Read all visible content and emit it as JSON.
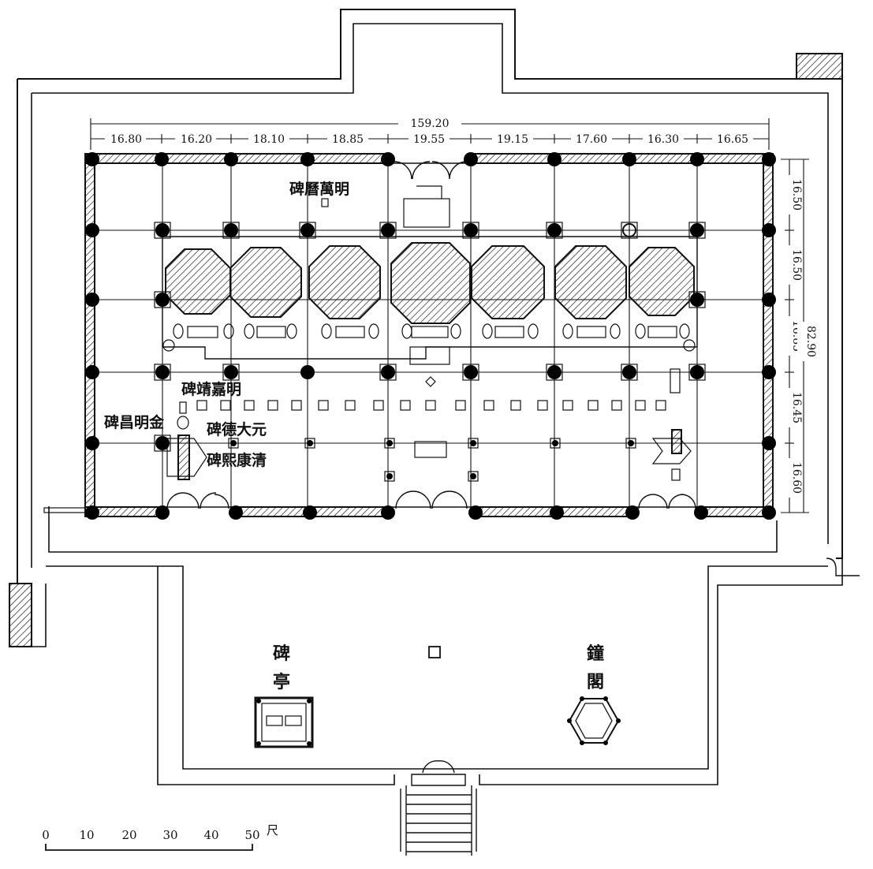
{
  "plan": {
    "overall_width": "159.20",
    "bay_widths": [
      "16.80",
      "16.20",
      "18.10",
      "18.85",
      "19.55",
      "19.15",
      "17.60",
      "16.30",
      "16.65"
    ],
    "overall_depth": "82.90",
    "bay_depths": [
      "16.50",
      "16.50",
      "16.85",
      "16.45",
      "16.60"
    ]
  },
  "stele_labels": {
    "wanli": "碑曆萬明",
    "jiajing": "碑靖嘉明",
    "jinmingchang": "碑昌明金",
    "yuandade": "碑德大元",
    "qingkangxi": "碑熙康清"
  },
  "courtyard": {
    "stele_char_1": "碑",
    "stele_char_2": "亭",
    "bell_char_1": "鐘",
    "bell_char_2": "閣"
  },
  "scale": {
    "ticks": [
      "0",
      "10",
      "20",
      "30",
      "40",
      "50"
    ],
    "unit": "尺"
  },
  "colors": {
    "ink": "#111111",
    "paper": "#ffffff"
  }
}
